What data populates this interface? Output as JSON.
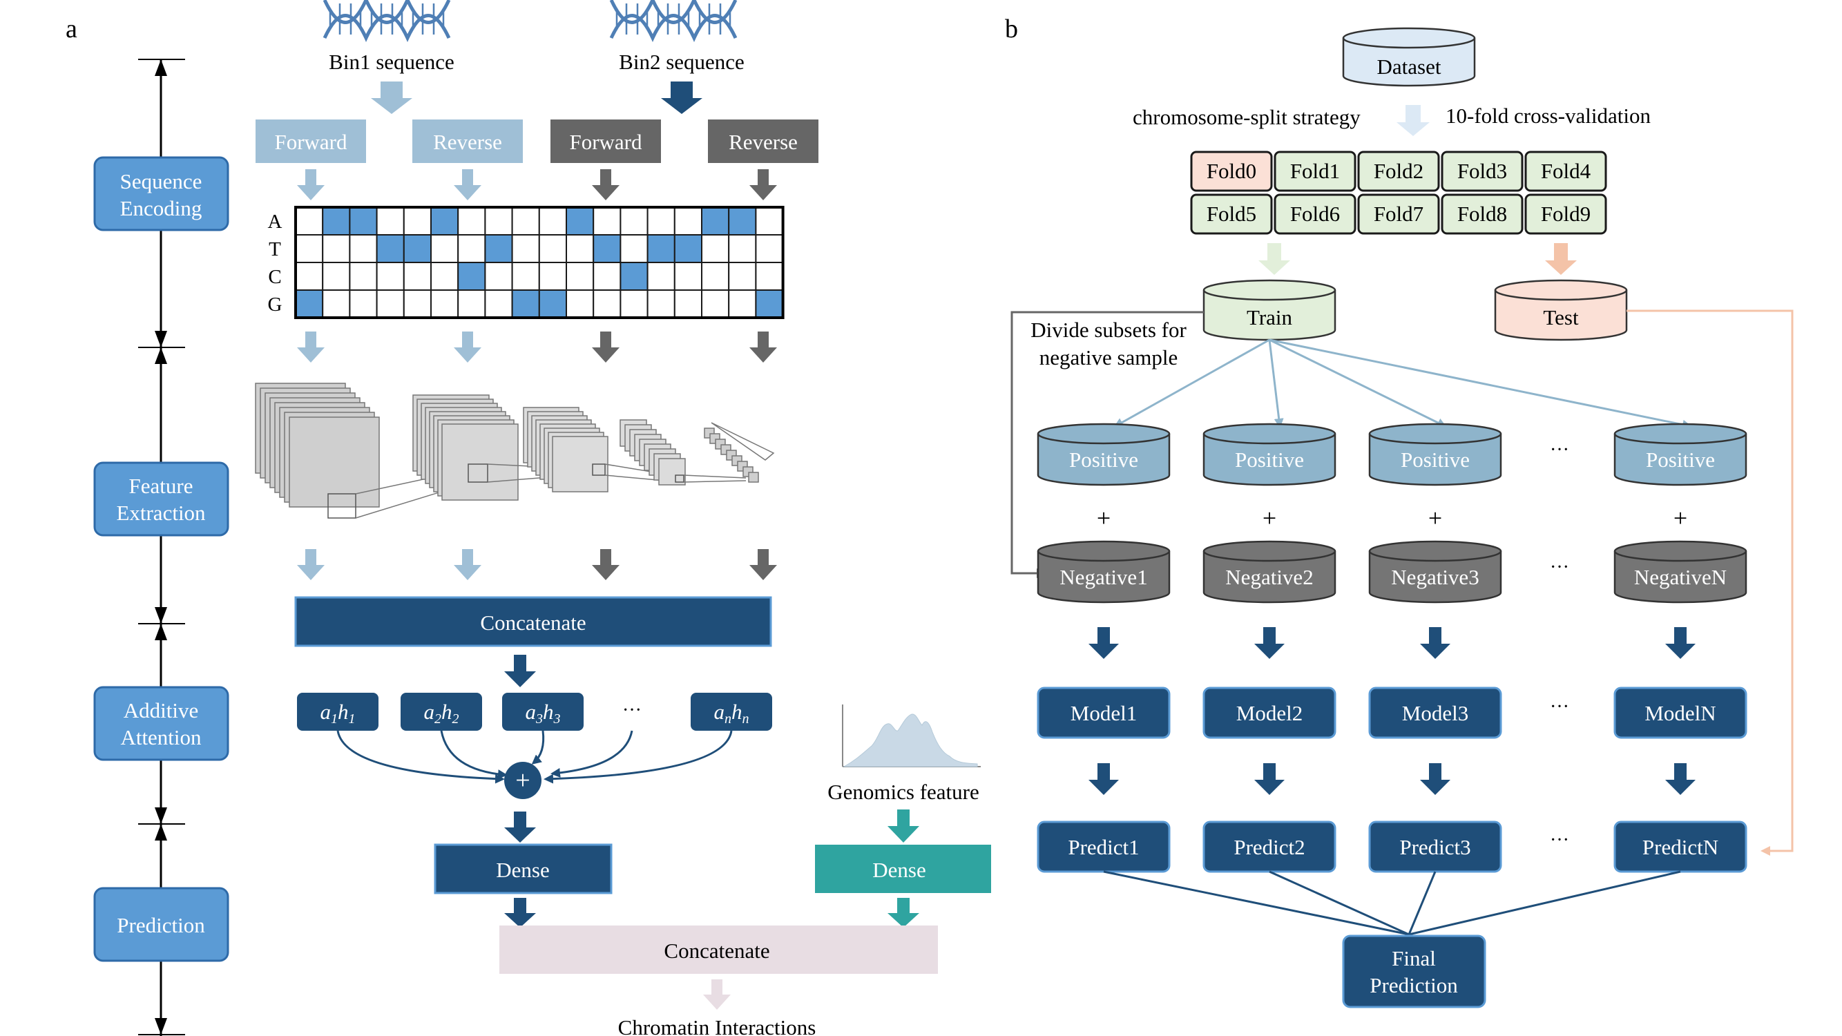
{
  "panel_a": {
    "label": "a",
    "stages": [
      "Sequence Encoding",
      "Feature Extraction",
      "Additive Attention",
      "Prediction"
    ],
    "bin1_label": "Bin1 sequence",
    "bin2_label": "Bin2 sequence",
    "strands": [
      "Forward",
      "Reverse",
      "Forward",
      "Reverse"
    ],
    "bases": [
      "A",
      "T",
      "C",
      "G"
    ],
    "onehot_columns": [
      "G",
      "A",
      "A",
      "T",
      "T",
      "A",
      "C",
      "T",
      "G",
      "G",
      "A",
      "T",
      "C",
      "T",
      "T",
      "A",
      "A",
      "G"
    ],
    "concatenate_1": "Concatenate",
    "attention_terms": [
      "a1h1",
      "a2h2",
      "a3h3",
      "anhn"
    ],
    "attention_ellipsis": "···",
    "sum_symbol": "+",
    "dense_left": "Dense",
    "genomics_feature": "Genomics feature",
    "dense_right": "Dense",
    "concatenate_2": "Concatenate",
    "output": "Chromatin Interactions"
  },
  "panel_b": {
    "label": "b",
    "dataset": "Dataset",
    "split_strategy": "chromosome-split strategy",
    "cv": "10-fold cross-validation",
    "folds": [
      "Fold0",
      "Fold1",
      "Fold2",
      "Fold3",
      "Fold4",
      "Fold5",
      "Fold6",
      "Fold7",
      "Fold8",
      "Fold9"
    ],
    "train": "Train",
    "test": "Test",
    "divide_note": "Divide subsets for negative sample",
    "positive": "Positive",
    "plus": "+",
    "negatives": [
      "Negative1",
      "Negative2",
      "Negative3",
      "NegativeN"
    ],
    "models": [
      "Model1",
      "Model2",
      "Model3",
      "ModelN"
    ],
    "predicts": [
      "Predict1",
      "Predict2",
      "Predict3",
      "PredictN"
    ],
    "ellipsis": "···",
    "final": "Final Prediction"
  },
  "colors": {
    "stage_box": "#5b9bd5",
    "stage_border": "#2e6aa8",
    "dna": "#4f7fb5",
    "light_arrow": "#9fbfd6",
    "light_box": "#8eb4cb",
    "dark_gray": "#666666",
    "onehot_fill": "#5b9bd5",
    "navy": "#1f4e79",
    "teal": "#2fa4a0",
    "pink": "#e8dde3",
    "dataset_fill": "#dce9f5",
    "fold0": "#fbe0d6",
    "fold": "#e2efda",
    "train": "#e2efda",
    "test": "#fbe0d6",
    "positive": "#8eb4cb",
    "negative": "#757575"
  }
}
